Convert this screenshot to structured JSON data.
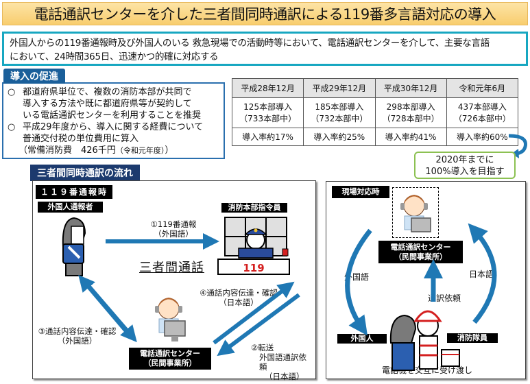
{
  "title": "電話通訳センターを介した三者間同時通訳による119番多言語対応の導入",
  "summary": {
    "line1": "外国人からの119番通報時及び外国人のいる 救急現場での活動時等において、電話通訳センターを介して、主要な言語",
    "line2": "において、24時間365日、迅速かつ的確に対応する"
  },
  "promotion": {
    "heading": "導入の促進",
    "items": [
      {
        "bullet": "○",
        "lines": [
          "都道府県単位で、複数の消防本部が共同で",
          "導入する方法や既に都道府県等が契約して",
          "いる電話通訳センターを利用することを推奨"
        ]
      },
      {
        "bullet": "○",
        "lines": [
          "平成29年度から、導入に関する経費について",
          "普通交付税の単位費用に算入"
        ]
      }
    ],
    "note_main": "（常備消防費　426千円",
    "note_small": "（令和元年度）",
    "note_end": "）"
  },
  "stats_table": {
    "headers": [
      "平成28年12月",
      "平成29年12月",
      "平成30年12月",
      "令和元年6月"
    ],
    "adopted": [
      "125本部導入",
      "185本部導入",
      "298本部導入",
      "437本部導入"
    ],
    "total": [
      "（733本部中）",
      "（732本部中）",
      "（728本部中）",
      "（726本部中）"
    ],
    "rates": [
      "導入率約17%",
      "導入率約25%",
      "導入率約41%",
      "導入率約60%"
    ]
  },
  "goal": {
    "line1": "2020年までに",
    "line2": "100%導入を目指す"
  },
  "flow": {
    "heading": "三者間同時通訳の流れ",
    "call_panel": {
      "label": "１１９番通報時",
      "caller_label": "外国人通報者",
      "dispatcher_label": "消防本部指令員",
      "center_label_1": "電話通訳センター",
      "center_label_2": "（民間事業所）",
      "three_way": "三者間通話",
      "step1_a": "①119番通報",
      "step1_b": "（外国語）",
      "step2_a": "②転送",
      "step2_b": "外国語通訳依頼",
      "step2_c": "（日本語）",
      "step3_a": "③通話内容伝達・確認",
      "step3_b": "（外国語）",
      "step4_a": "④通話内容伝達・確認",
      "step4_b": "（日本語）",
      "desk_number": "119"
    },
    "site_panel": {
      "label": "現場対応時",
      "center_label_1": "電話通訳センター",
      "center_label_2": "（民間事業所）",
      "foreign_lang": "外国語",
      "japanese": "日本語",
      "request": "通訳依頼",
      "foreigner_label": "外国人",
      "firefighter_label": "消防隊員",
      "caption": "電話機を交互に受け渡し"
    }
  },
  "colors": {
    "title_bg": "#f8cd6e",
    "summary_border": "#17a7c1",
    "promo_blue": "#1a5f9a",
    "flow_tab": "#1c3a6e",
    "arrow_blue": "#1f78b4",
    "goal_green": "#8cc152"
  }
}
